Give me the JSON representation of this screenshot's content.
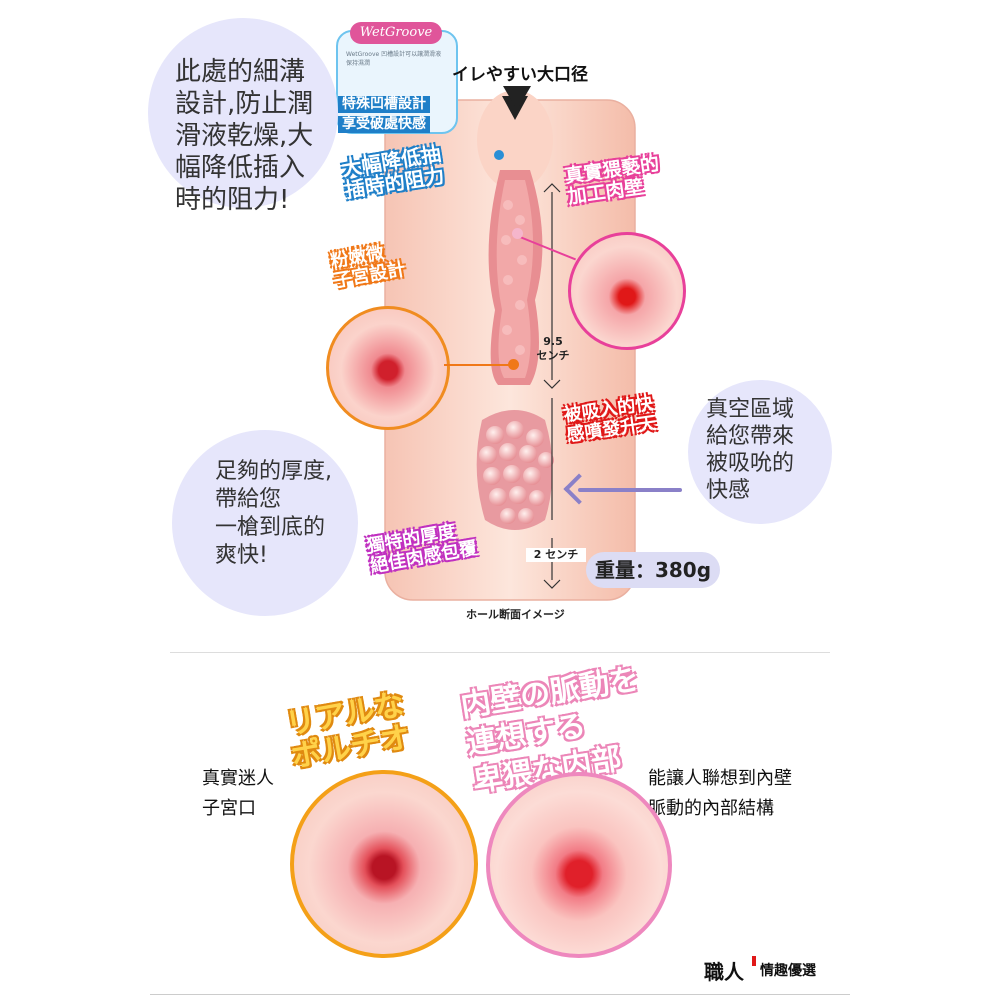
{
  "badge": {
    "logo": "WetGroove",
    "small_text": "WetGroove 凹槽設計可以讓潤滑液保持濕潤",
    "line1": "特殊凹槽設計",
    "line2": "享受破處快感"
  },
  "top_label": "イレやすい大口径",
  "bubbles": {
    "top_left": "此處的細溝\n設計,防止潤\n滑液乾燥,大\n幅降低插入\n時的阻力!",
    "right": "真空區域\n給您帶來\n被吸吮的\n快感",
    "bottom_left": "足夠的厚度,\n帶給您\n一槍到底的\n爽快!"
  },
  "tags": {
    "reduce": "大幅降低抽\n插時的阻力",
    "wall": "真實猥褻的\n加工肉壁",
    "uterus": "粉嫩微\n子宮設計",
    "suction": "被吸入的快\n感噴發升天",
    "thickness": "獨特的厚度\n絕佳肉感包覆"
  },
  "measure": {
    "length": "9.5\nセンチ",
    "thickness": "2 センチ"
  },
  "weight": "重量：380g",
  "caption": "ホール断面イメージ",
  "bottom": {
    "left_tag": "リアルな\nポルチオ",
    "right_tag": "内壁の脈動を\n連想する\n卑猥な内部",
    "left_desc": "真實迷人\n子宮口",
    "right_desc": "能讓人聯想到內壁\n脈動的內部結構"
  },
  "brand": {
    "mark": "職人",
    "name": "情趣優選"
  },
  "colors": {
    "bubble": "#e6e6fb",
    "blue": "#2a8fd6",
    "pink": "#e8409a",
    "orange": "#f07818",
    "red": "#e01818",
    "purple": "#c030c0"
  }
}
